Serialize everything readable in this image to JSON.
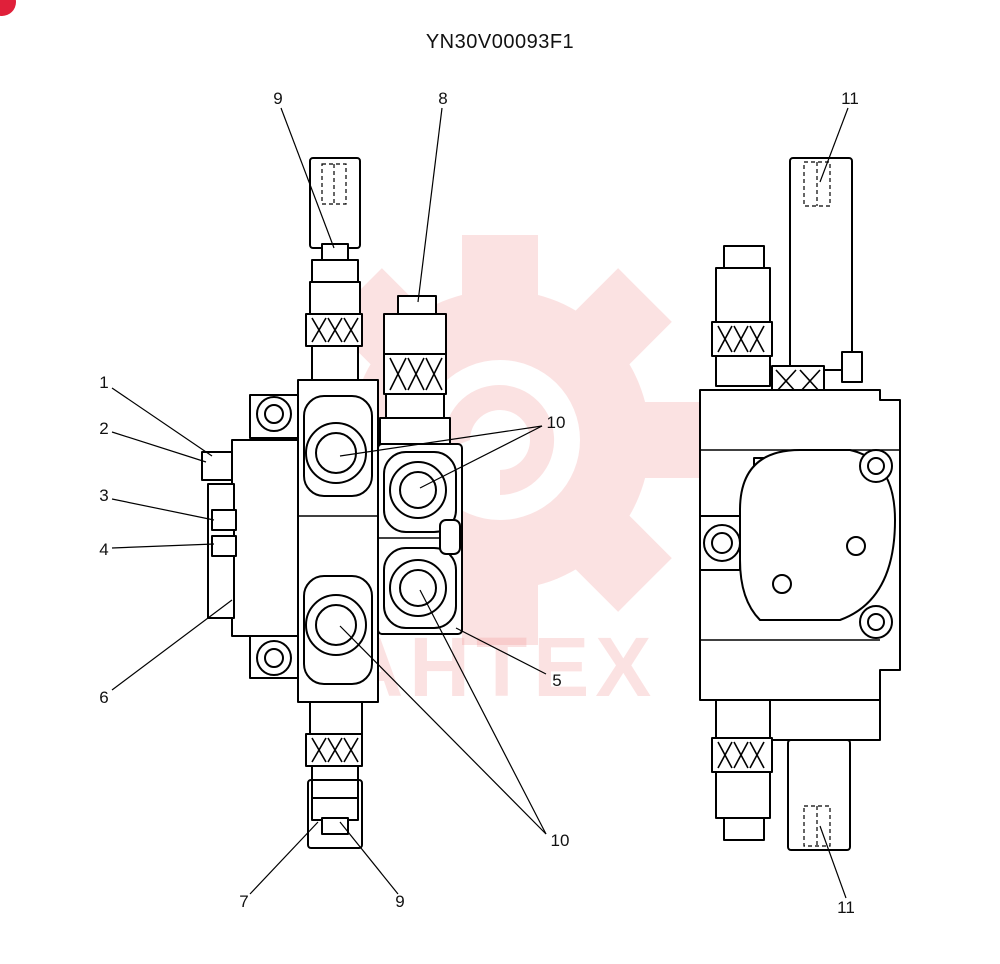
{
  "document": {
    "drawing_code": "YN30V00093F1"
  },
  "watermark": {
    "text": "AHTEX",
    "color": "#f08080"
  },
  "corner_badge": {
    "color": "#e0203a"
  },
  "callouts": {
    "c1": "1",
    "c2": "2",
    "c3": "3",
    "c4": "4",
    "c5": "5",
    "c6": "6",
    "c7": "7",
    "c8": "8",
    "c9a": "9",
    "c9b": "9",
    "c10a": "10",
    "c10b": "10",
    "c11a": "11",
    "c11b": "11"
  }
}
